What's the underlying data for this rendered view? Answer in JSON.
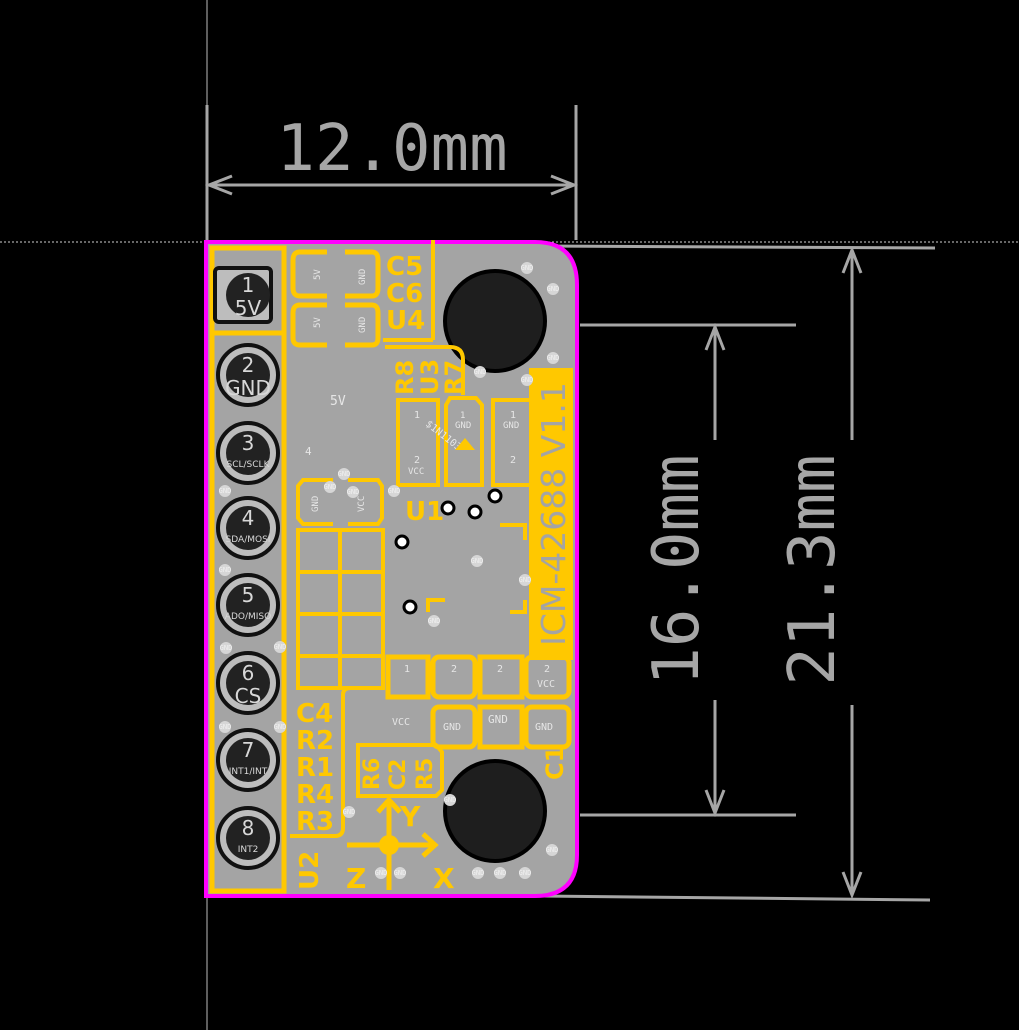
{
  "dimensions": {
    "width": "12.0mm",
    "inner_height": "16.0mm",
    "total_height": "21.3mm"
  },
  "board": {
    "title": "ICM-42688 V1.1",
    "pins": [
      {
        "num": "1",
        "label": "5V"
      },
      {
        "num": "2",
        "label": "GND"
      },
      {
        "num": "3",
        "label": "SCL/SCLK"
      },
      {
        "num": "4",
        "label": "SDA/MOSI"
      },
      {
        "num": "5",
        "label": "ADO/MISO"
      },
      {
        "num": "6",
        "label": "CS"
      },
      {
        "num": "7",
        "label": "INT1/INT"
      },
      {
        "num": "8",
        "label": "INT2"
      }
    ],
    "refdes": {
      "c5": "C5",
      "c6": "C6",
      "u4": "U4",
      "r8": "R8",
      "u3": "U3",
      "r7": "R7",
      "u1": "U1",
      "c4": "C4",
      "r2": "R2",
      "r1": "R1",
      "r4": "R4",
      "r3": "R3",
      "r6": "R6",
      "c2": "C2",
      "r5": "R5",
      "u2": "U2",
      "c1": "C1"
    },
    "axes": {
      "x": "X",
      "y": "Y",
      "z": "Z"
    },
    "nets": {
      "gnd": "GND",
      "vcc": "VCC",
      "v5": "5V",
      "one": "1",
      "two": "2",
      "four": "4",
      "sinl": "$1N1103"
    }
  },
  "colors": {
    "silk": "#ffc800",
    "edge": "#ff00ff",
    "board": "#a4a4a4",
    "dim": "#a6a6a6"
  }
}
